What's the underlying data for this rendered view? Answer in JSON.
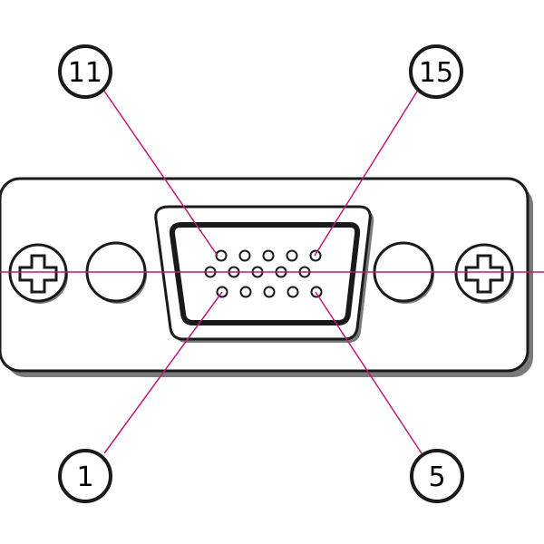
{
  "diagram": {
    "pin_labels": {
      "top_left": "11",
      "top_right": "15",
      "bottom_left": "1",
      "bottom_right": "5"
    },
    "colors": {
      "outline": "#1a1a1a",
      "shadow": "#7a7a7a",
      "leader_line": "#c2187a",
      "background": "#ffffff"
    },
    "pin_rows": [
      5,
      5,
      5
    ]
  }
}
